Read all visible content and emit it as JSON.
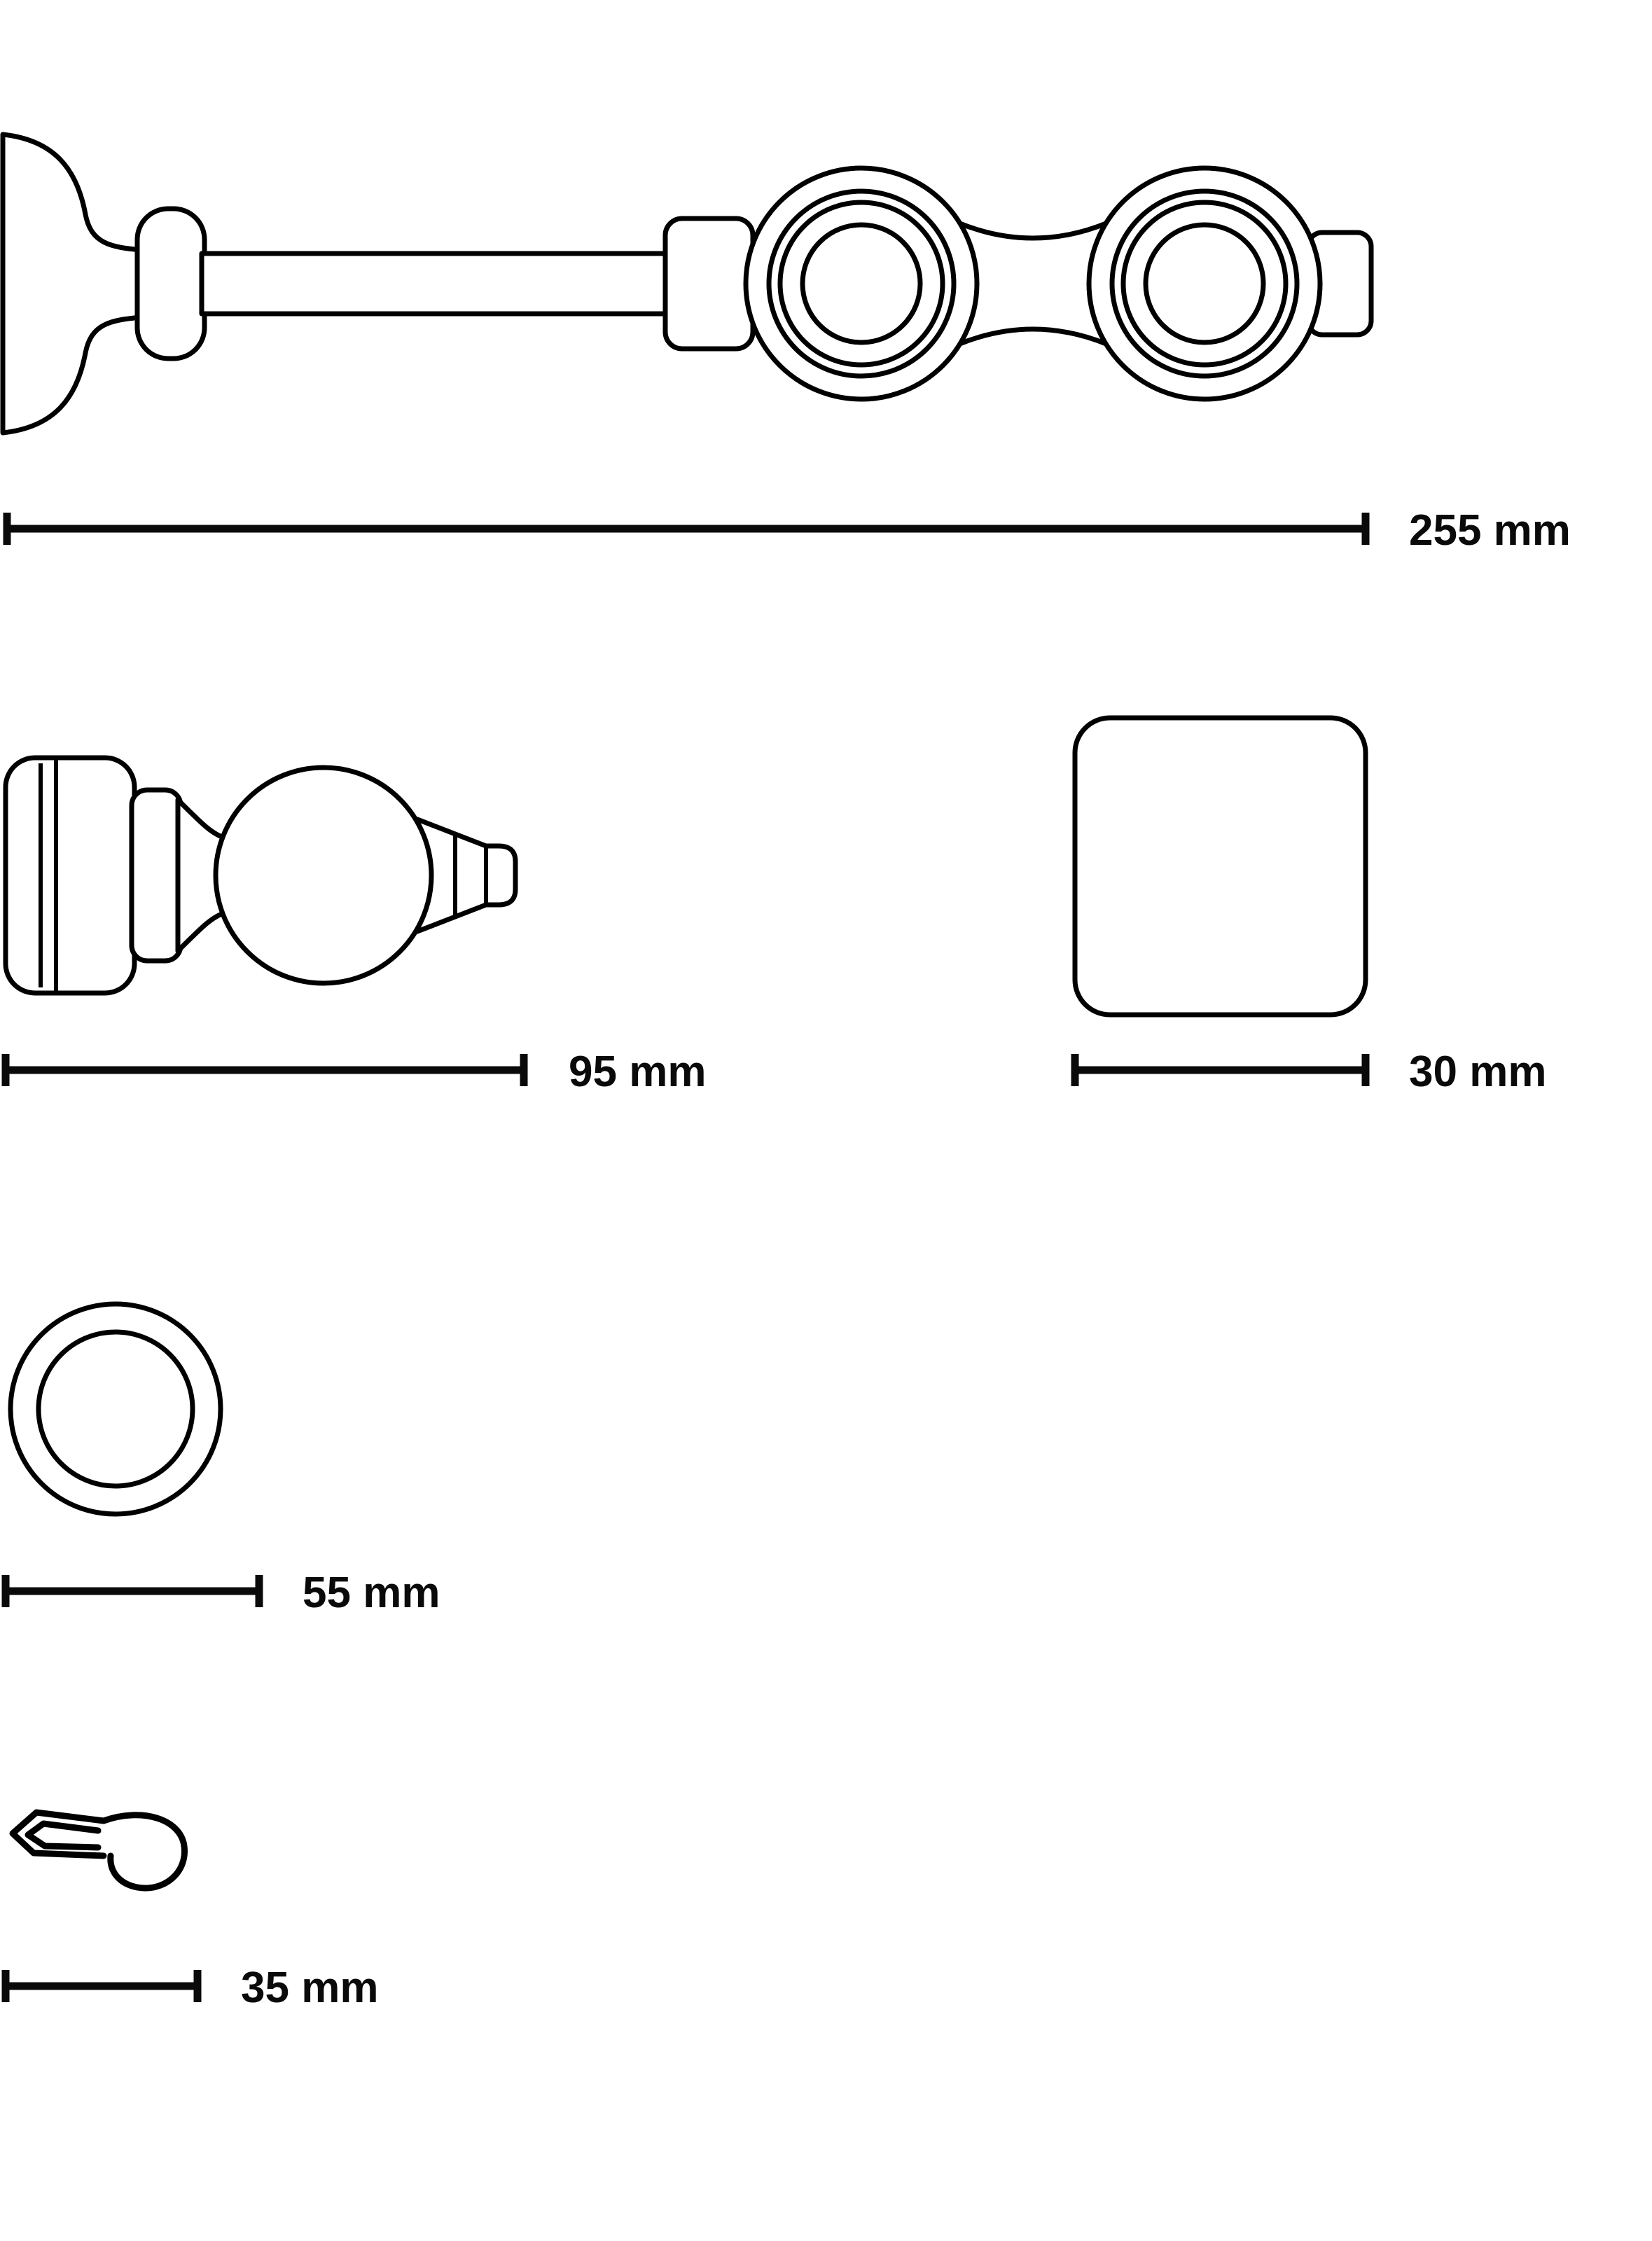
{
  "diagram": {
    "background": "#ffffff",
    "line_color": "#000000",
    "label_color": "#0a0a0a",
    "parts": [
      {
        "name": "curtain-pole-assembly-with-rings",
        "dimension_label": "255 mm"
      },
      {
        "name": "ball-finial",
        "dimension_label": "95 mm"
      },
      {
        "name": "square-mounting-plate",
        "dimension_label": "30 mm"
      },
      {
        "name": "curtain-ring",
        "dimension_label": "55 mm"
      },
      {
        "name": "curtain-hook",
        "dimension_label": "35 mm"
      }
    ]
  }
}
